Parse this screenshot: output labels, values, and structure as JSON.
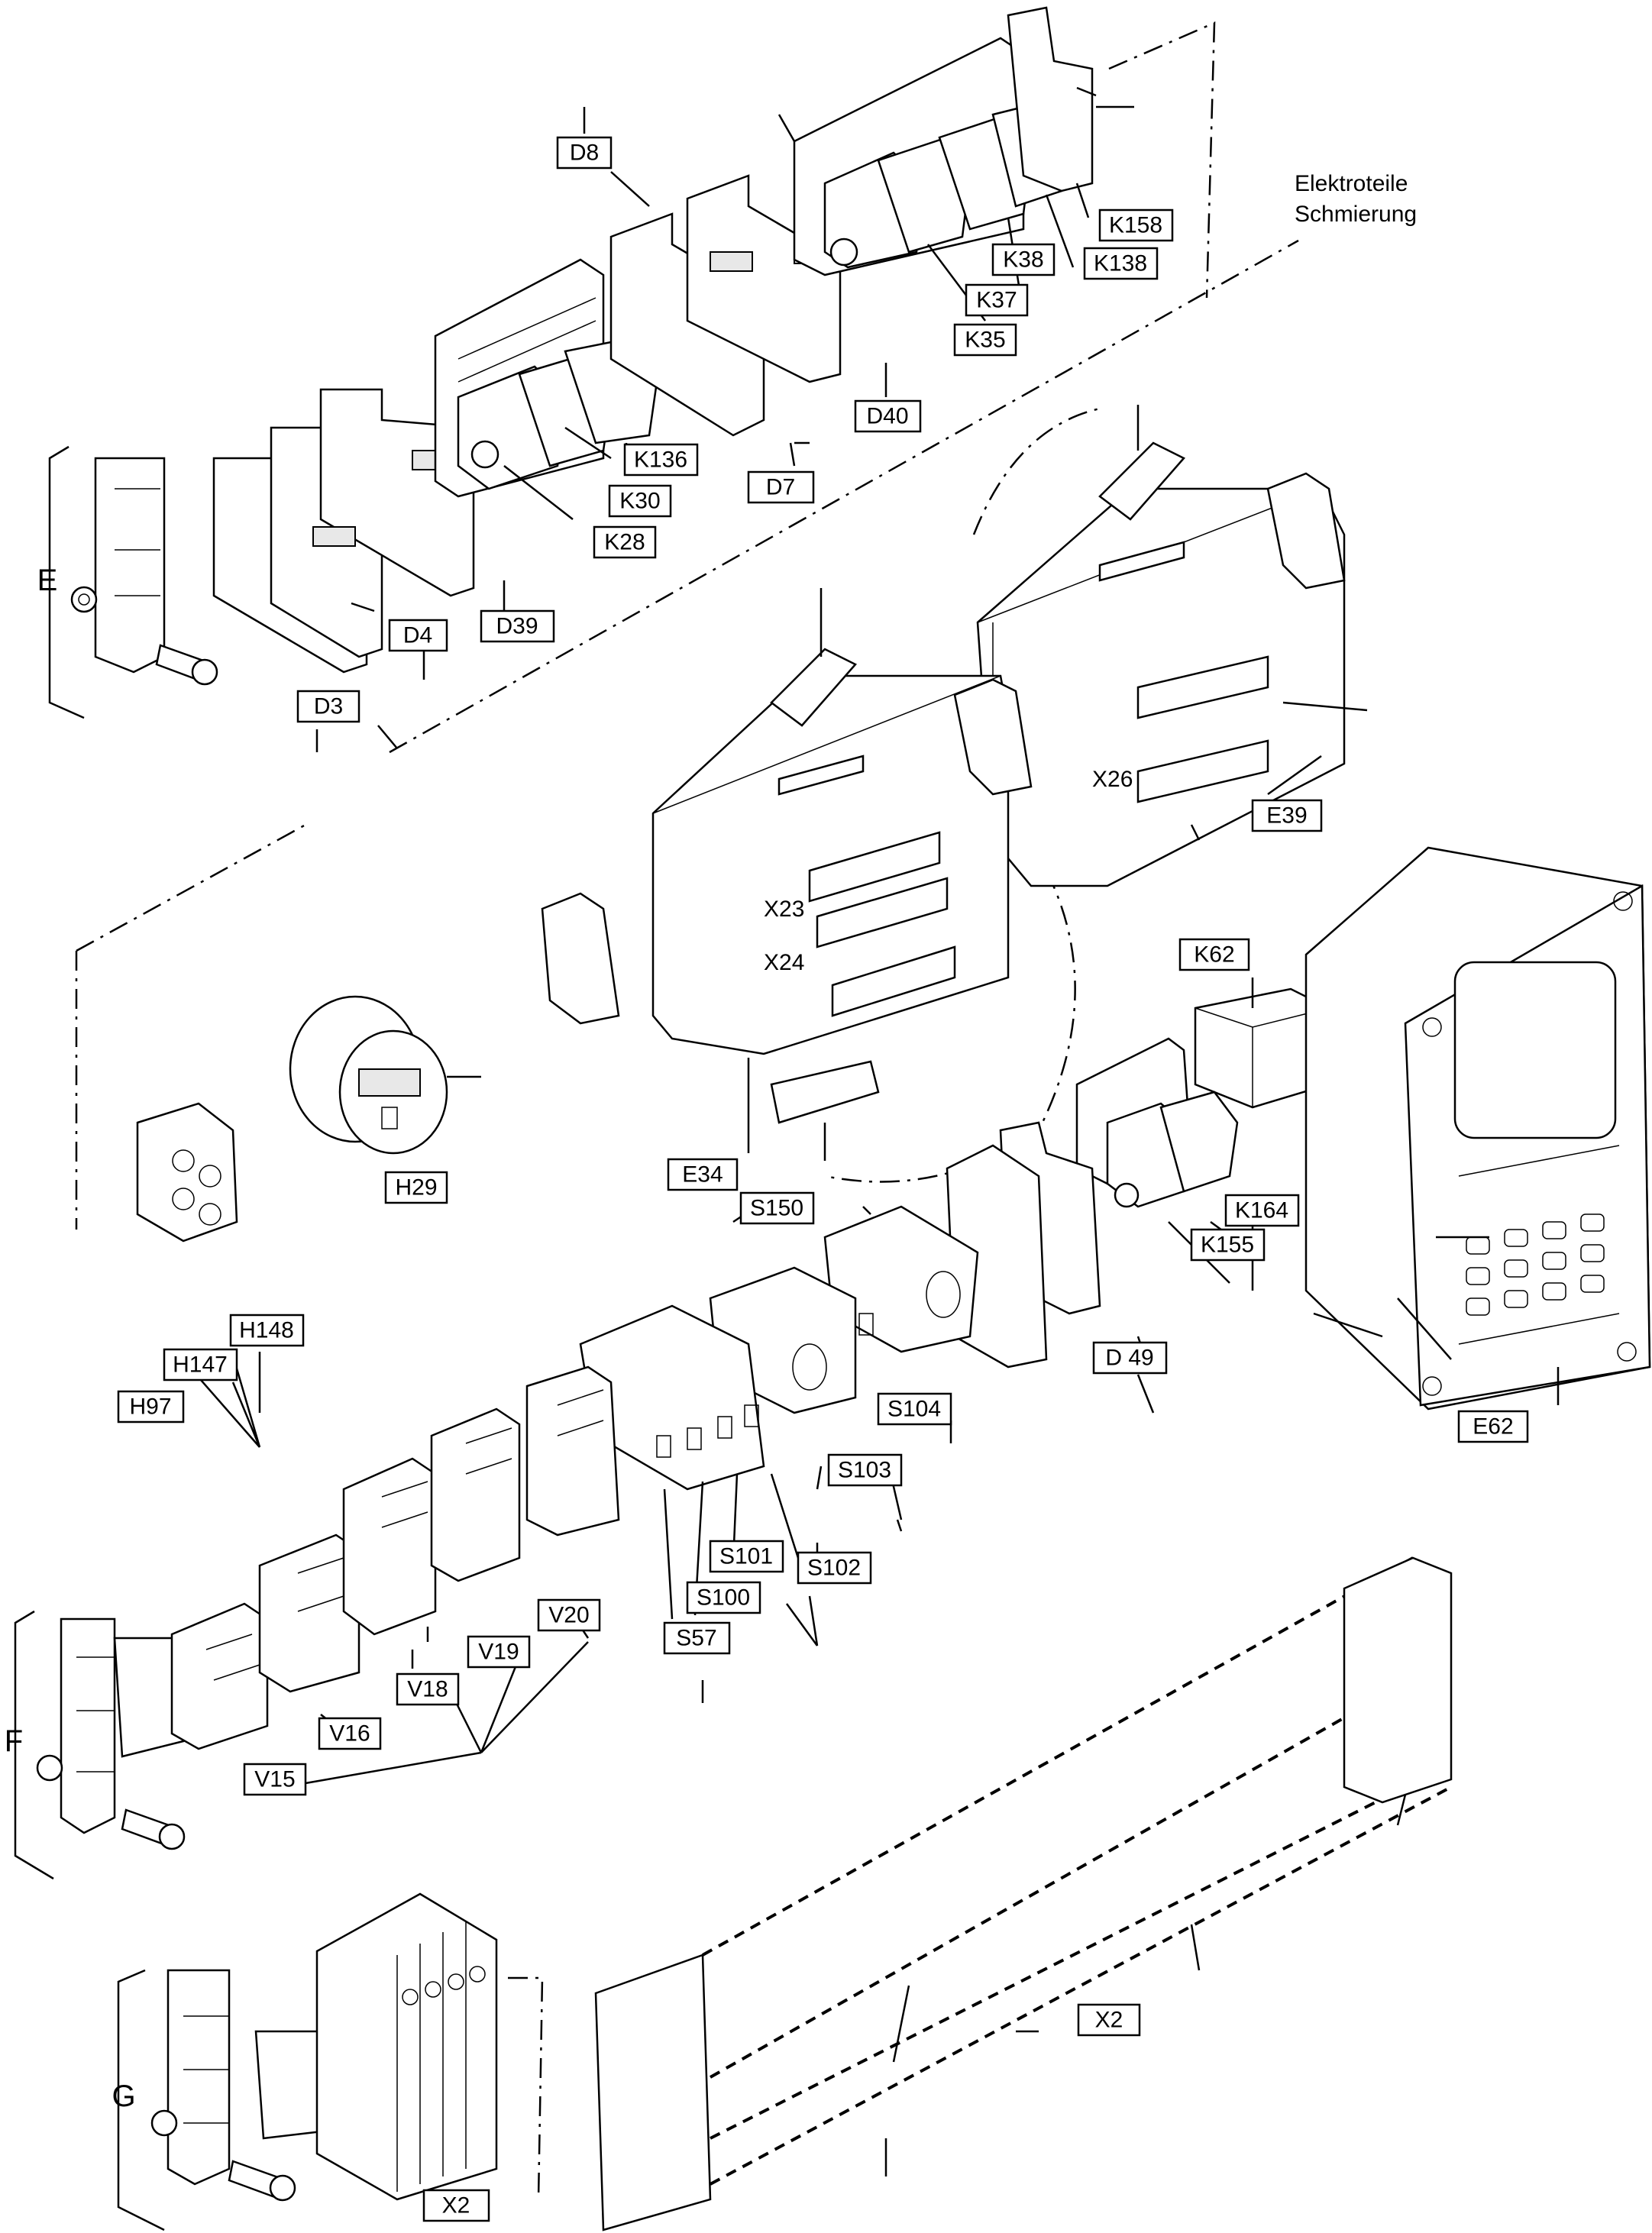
{
  "title": {
    "line1": "Elektroteile",
    "line2": "Schmierung"
  },
  "group_letters": {
    "E": "E",
    "F": "F",
    "G": "G"
  },
  "port_labels": {
    "X23": "X23",
    "X24": "X24",
    "X26": "X26"
  },
  "labels": {
    "D8": "D8",
    "K158": "K158",
    "K138": "K138",
    "K38": "K38",
    "K37": "K37",
    "K35": "K35",
    "D40": "D40",
    "K136": "K136",
    "K30": "K30",
    "K28": "K28",
    "D7": "D7",
    "D39": "D39",
    "D4": "D4",
    "D3": "D3",
    "E39": "E39",
    "K62": "K62",
    "E34": "E34",
    "H29": "H29",
    "S150": "S150",
    "K164": "K164",
    "K155": "K155",
    "D49": "D 49",
    "S104": "S104",
    "S103": "S103",
    "S101": "S101",
    "S102": "S102",
    "S100": "S100",
    "S57": "S57",
    "H148": "H148",
    "H147": "H147",
    "H97": "H97",
    "V20": "V20",
    "V19": "V19",
    "V18": "V18",
    "V16": "V16",
    "V15": "V15",
    "E62": "E62",
    "X2a": "X2",
    "X2b": "X2"
  }
}
